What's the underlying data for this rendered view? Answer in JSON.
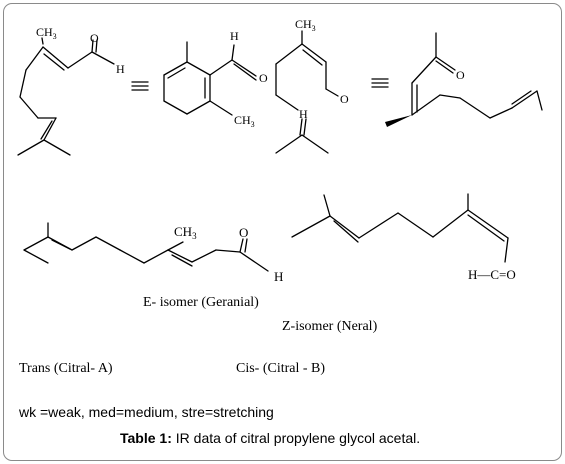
{
  "structures": {
    "s1": {
      "ch3": "CH",
      "sub": "3",
      "o": "O",
      "h": "H"
    },
    "s2": {
      "h": "H",
      "o": "O",
      "ch3": "CH",
      "sub": "3"
    },
    "s3": {
      "ch3": "CH",
      "sub": "3",
      "h": "H",
      "o": "O"
    },
    "s4": {
      "o": "O"
    },
    "geranial": {
      "ch3": "CH",
      "sub": "3",
      "o": "O",
      "h": "H"
    },
    "neral": {
      "hc": "H—C=O"
    },
    "equiv": "≡"
  },
  "labels": {
    "e_isomer": "E- isomer (Geranial)",
    "z_isomer": "Z-isomer (Neral)",
    "trans": "Trans (Citral- A)",
    "cis": "Cis- (Citral - B)"
  },
  "legend": "wk =weak, med=medium, stre=stretching",
  "caption": {
    "prefix": "Table 1:",
    "text": " IR data of citral propylene glycol acetal."
  }
}
